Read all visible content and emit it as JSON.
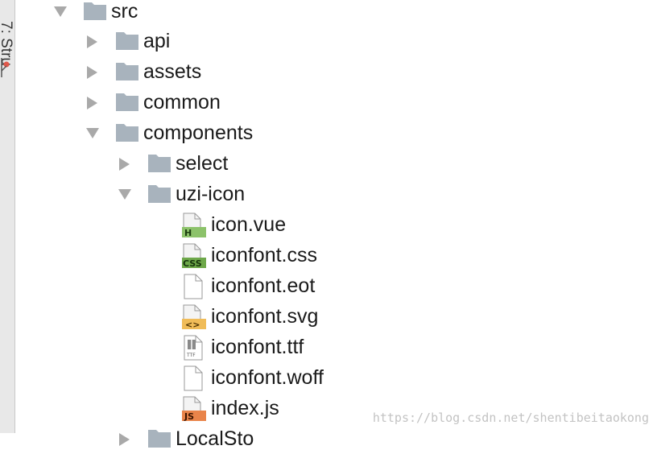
{
  "side_panel": {
    "tab_label": "7: Stru"
  },
  "tree": {
    "items": [
      {
        "label": "src",
        "type": "folder",
        "expanded": true
      },
      {
        "label": "api",
        "type": "folder",
        "expanded": false
      },
      {
        "label": "assets",
        "type": "folder",
        "expanded": false
      },
      {
        "label": "common",
        "type": "folder",
        "expanded": false
      },
      {
        "label": "components",
        "type": "folder",
        "expanded": true
      },
      {
        "label": "select",
        "type": "folder",
        "expanded": false
      },
      {
        "label": "uzi-icon",
        "type": "folder",
        "expanded": true
      },
      {
        "label": "icon.vue",
        "type": "file",
        "badge": "H",
        "badge_color": "#8cc26a",
        "icon": "html-file-icon"
      },
      {
        "label": "iconfont.css",
        "type": "file",
        "badge": "CSS",
        "badge_color": "#6ea84a",
        "icon": "css-file-icon"
      },
      {
        "label": "iconfont.eot",
        "type": "file",
        "badge": "",
        "icon": "blank-file-icon"
      },
      {
        "label": "iconfont.svg",
        "type": "file",
        "badge": "<>",
        "badge_color": "#f0bc58",
        "icon": "xml-file-icon"
      },
      {
        "label": "iconfont.ttf",
        "type": "file",
        "badge": "TTF",
        "icon": "font-file-icon"
      },
      {
        "label": "iconfont.woff",
        "type": "file",
        "badge": "",
        "icon": "blank-file-icon"
      },
      {
        "label": "index.js",
        "type": "file",
        "badge": "JS",
        "badge_color": "#e9844a",
        "icon": "js-file-icon"
      },
      {
        "label": "LocalSto",
        "type": "folder",
        "expanded": false
      }
    ]
  },
  "watermark": "https://blog.csdn.net/shentibeitaokong",
  "colors": {
    "folder": "#a8b3bd",
    "arrow": "#a9a9a9",
    "text": "#1a1a1a"
  }
}
